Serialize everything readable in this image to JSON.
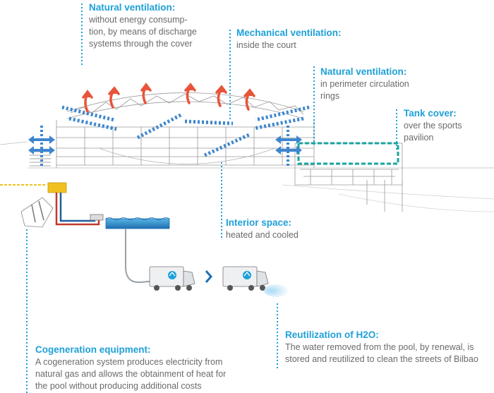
{
  "colors": {
    "accent": "#1ea0d8",
    "body_text": "#6b6b6b",
    "arrow_red": "#e8543a",
    "arrow_blue": "#3d86cf",
    "tank_teal": "#17a5a0",
    "pipe_red": "#c0392b",
    "pipe_blue": "#1e5fa0",
    "generator_yellow": "#f0c020"
  },
  "icons": {
    "recycle": "recycle-icon",
    "next_step": "chevron-right-icon"
  },
  "annotations": {
    "natural_vent_top": {
      "title": "Natural ventilation:",
      "text": "without energy consump-\ntion, by means of discharge\nsystems through the cover"
    },
    "mechanical_vent": {
      "title": "Mechanical ventilation:",
      "text": "inside the court"
    },
    "natural_vent_perimeter": {
      "title": "Natural ventilation:",
      "text": "in perimeter circulation\nrings"
    },
    "tank_cover": {
      "title": "Tank cover:",
      "text": "over the sports pavilion"
    },
    "interior_space": {
      "title": "Interior space:",
      "text": "heated and cooled"
    },
    "reutilization": {
      "title": "Reutilization of H2O:",
      "text": "The water removed from the pool, by renewal, is\nstored and reutilized to clean the streets of Bilbao"
    },
    "cogeneration": {
      "title": "Cogeneration equipment:",
      "text": "A cogeneration system produces electricity from\nnatural gas and allows the obtainment of heat for\nthe pool without producing additional costs"
    }
  }
}
